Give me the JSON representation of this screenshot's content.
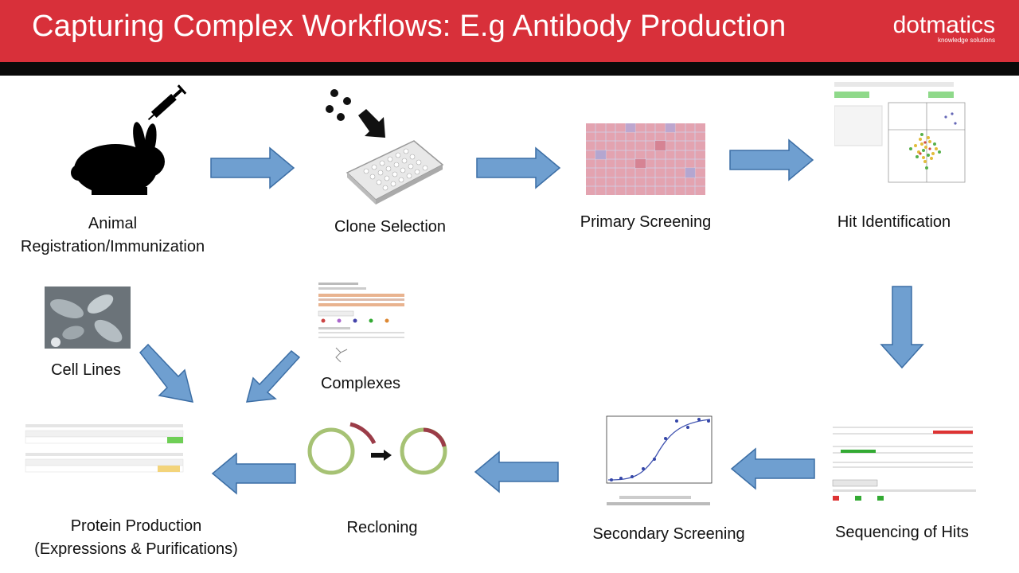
{
  "header": {
    "title": "Capturing Complex Workflows: E.g Antibody Production",
    "logo_name": "dotmatics",
    "logo_tagline": "knowledge solutions"
  },
  "colors": {
    "header_bg": "#d8303a",
    "arrow_fill": "#6f9fd0",
    "arrow_stroke": "#3c6ea5"
  },
  "steps": {
    "animal_line1": "Animal",
    "animal_line2": "Registration/Immunization",
    "clone": "Clone Selection",
    "primary": "Primary Screening",
    "hit": "Hit Identification",
    "sequencing": "Sequencing of Hits",
    "secondary": "Secondary Screening",
    "recloning": "Recloning",
    "protein_line1": "Protein Production",
    "protein_line2": "(Expressions & Purifications)",
    "cell_lines": "Cell Lines",
    "complexes": "Complexes"
  }
}
